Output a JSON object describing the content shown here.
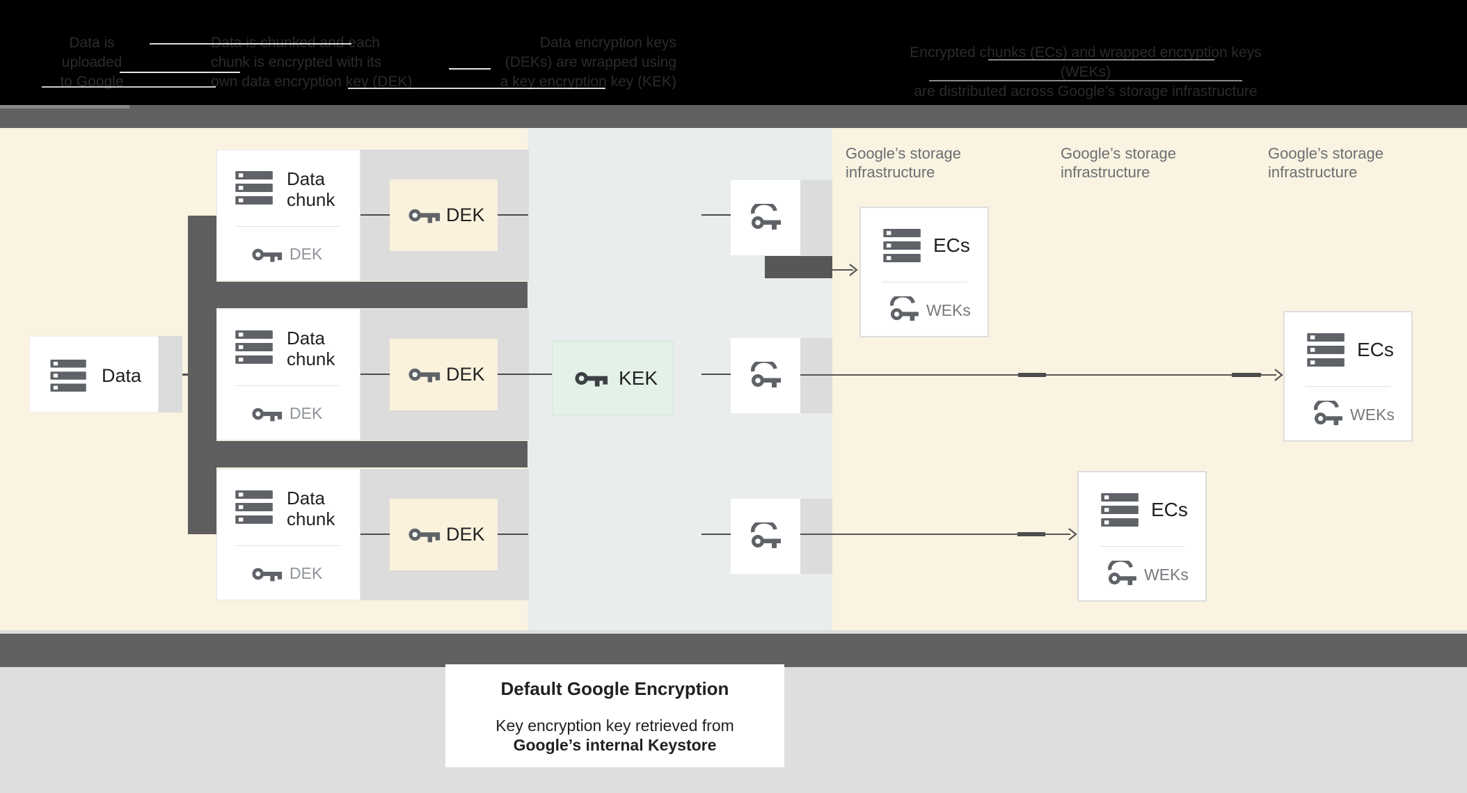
{
  "header": {
    "background": "#000000",
    "text_color": "#2b2b2b",
    "steps": [
      {
        "lines": [
          "Data is",
          "uploaded",
          "to Google"
        ]
      },
      {
        "lines": [
          "Data is chunked and each",
          "chunk is encrypted with its",
          "own data encryption key (DEK)"
        ]
      },
      {
        "lines": [
          "Data encryption keys",
          "(DEKs) are wrapped using",
          "a key encryption key (KEK)"
        ]
      },
      {
        "lines": [
          "Encrypted chunks (ECs) and wrapped encryption keys (WEKs)",
          "are distributed across Google’s storage infrastructure"
        ]
      }
    ]
  },
  "diagram": {
    "data_box": {
      "label": "Data"
    },
    "chunk_rows": [
      {
        "title_lines": [
          "Data",
          "chunk"
        ],
        "chip_label": "DEK",
        "dek_box_label": "DEK"
      },
      {
        "title_lines": [
          "Data",
          "chunk"
        ],
        "chip_label": "DEK",
        "dek_box_label": "DEK"
      },
      {
        "title_lines": [
          "Data",
          "chunk"
        ],
        "chip_label": "DEK",
        "dek_box_label": "DEK"
      }
    ],
    "kek_box": {
      "label": "KEK"
    },
    "storage_zones": [
      {
        "label_lines": [
          "Google’s storage",
          "infrastructure"
        ],
        "ec_box": {
          "title": "ECs",
          "key_label": "WEKs"
        }
      },
      {
        "label_lines": [
          "Google’s storage",
          "infrastructure"
        ],
        "ec_box": {
          "title": "ECs",
          "key_label": "WEKs"
        }
      },
      {
        "label_lines": [
          "Google’s storage",
          "infrastructure"
        ],
        "ec_box": {
          "title": "ECs",
          "key_label": "WEKs"
        }
      }
    ],
    "colors": {
      "cream": "#faf3e1",
      "middle_panel": "#e9eded",
      "gray_band": "#dcdcdc",
      "dark_gray": "#616161",
      "kek_mint": "#e3f1e9",
      "dek_yellow": "#faf2dc",
      "icon_gray": "#5f6368"
    }
  },
  "caption": {
    "title": "Default Google Encryption",
    "body_line1": "Key encryption key retrieved from",
    "body_line2": "Google’s internal Keystore"
  }
}
